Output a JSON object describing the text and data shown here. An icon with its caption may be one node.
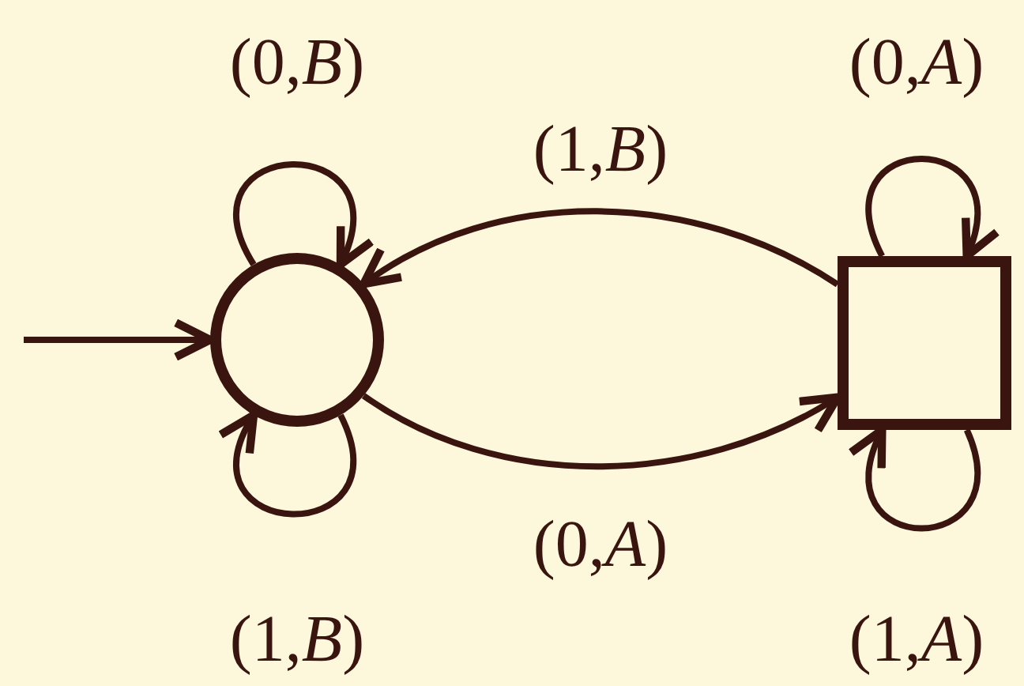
{
  "diagram": {
    "nodes": [
      {
        "text": [],
        "shape": "circle"
      },
      {
        "text": [],
        "shape": "box"
      }
    ],
    "edges": [
      {
        "from": null,
        "to": 0,
        "arrow": "to"
      },
      {
        "from": 0,
        "to": 0,
        "arrow": "to",
        "label": "(0,*B*)"
      },
      {
        "from": 0,
        "to": 0,
        "arrow": "to",
        "label": "(1,*B*)"
      },
      {
        "from": 1,
        "to": 0,
        "arrow": "to",
        "label": "(1,*B*)"
      },
      {
        "from": 0,
        "to": 1,
        "arrow": "to",
        "label": "(0,*A*)"
      },
      {
        "from": 1,
        "to": 1,
        "arrow": "to",
        "label": "(0,*A*)"
      },
      {
        "from": 1,
        "to": 1,
        "arrow": "to",
        "label": "(1,*A*)"
      }
    ]
  }
}
